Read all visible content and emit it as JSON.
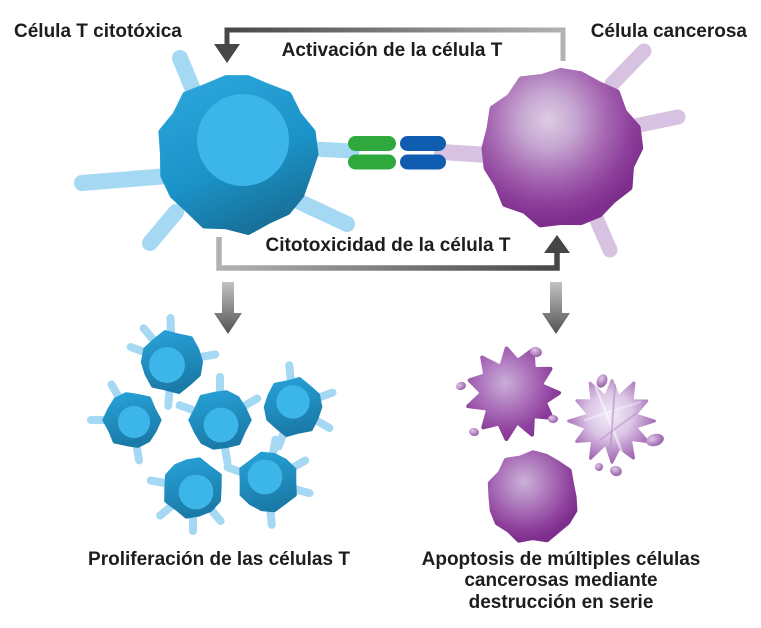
{
  "labels": {
    "t_cell": "Célula T citotóxica",
    "cancer_cell": "Célula cancerosa",
    "activation_arrow": "Activación de la célula T",
    "cytotoxicity_arrow": "Citotoxicidad de la célula T",
    "proliferation": "Proliferación de las células T",
    "apoptosis": [
      "Apoptosis de múltiples células",
      "cancerosas mediante",
      "destrucción en serie"
    ]
  },
  "colors": {
    "background": "#ffffff",
    "label_text": "#1d1d1d",
    "t_cell_body_top": "#2aa4da",
    "t_cell_body_bottom": "#176d94",
    "t_cell_inner": "#3cb6e9",
    "t_cell_spike": "#a5d8f3",
    "cancer_body": "#8b3c9a",
    "cancer_body_dark": "#7e2f8d",
    "cancer_highlight": "#ddcce4",
    "cancer_spike": "#d7c2e1",
    "receptor_green": "#2fa83e",
    "receptor_blue": "#0f5cb0",
    "arrow_gray_dark": "#474747",
    "arrow_gray_light": "#b2b2b2"
  }
}
